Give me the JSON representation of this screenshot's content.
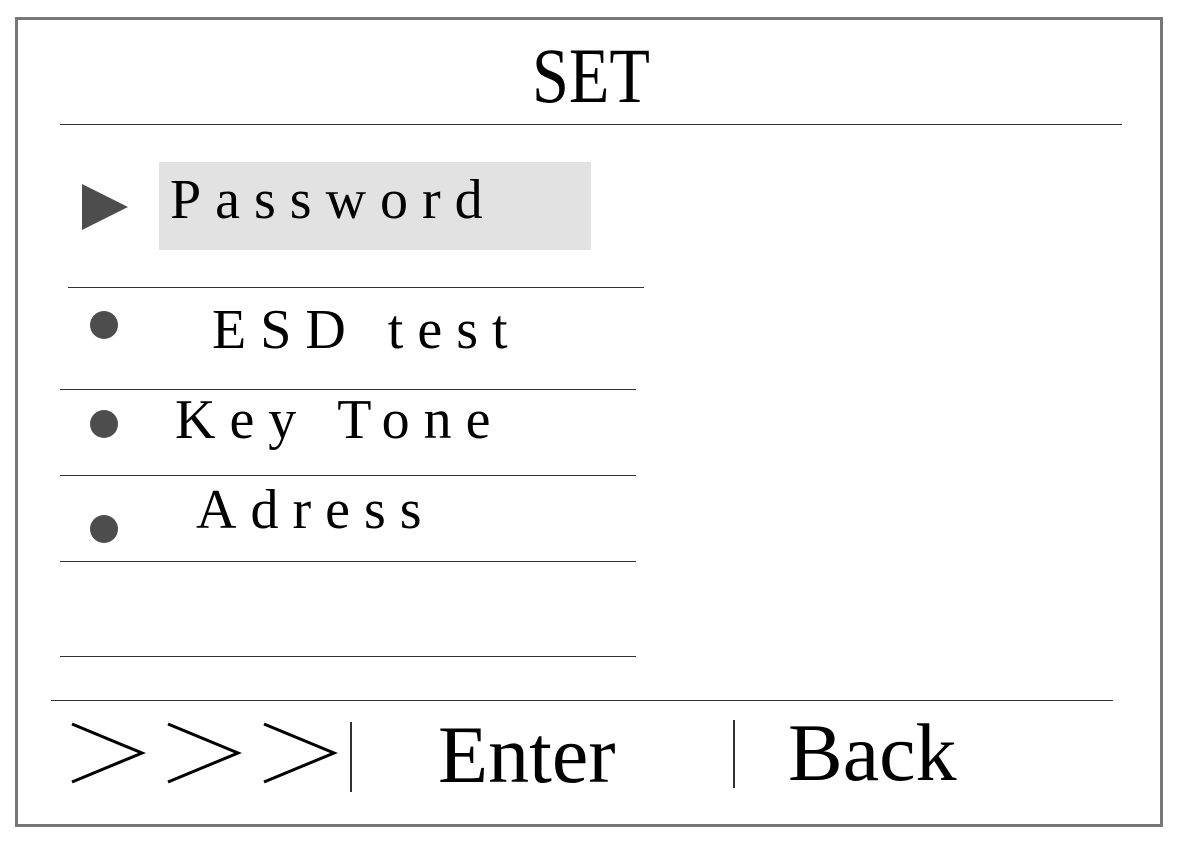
{
  "screen": {
    "title": "SET"
  },
  "menu": {
    "items": [
      {
        "label": "Password",
        "selected": true
      },
      {
        "label": "ESD test",
        "selected": false
      },
      {
        "label": "Key Tone",
        "selected": false
      },
      {
        "label": "Adress",
        "selected": false
      }
    ]
  },
  "footer": {
    "next_label": ">>>",
    "enter_label": "Enter",
    "back_label": "Back"
  },
  "icons": {
    "selected_marker": "triangle-right-icon",
    "item_marker": "bullet-dot-icon"
  },
  "colors": {
    "selection_background": "#e2e2e2",
    "marker": "#4d4d4d",
    "border": "#777777"
  }
}
